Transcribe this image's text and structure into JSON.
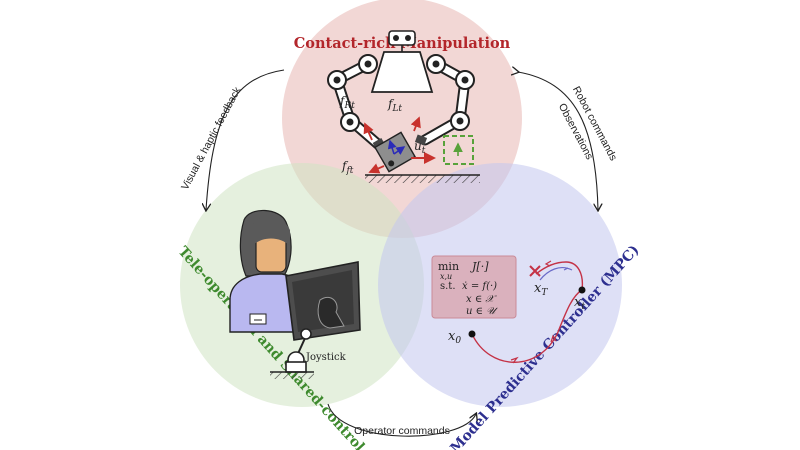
{
  "titles": {
    "top": "Contact-rich Manipulation",
    "left": "Tele-operation and Shared-control",
    "right": "Model Predictive Controller (MPC)"
  },
  "arrows": {
    "left_top": "Visual & haptic feedback",
    "right_top_1": "Robot commands",
    "right_top_2": "Observations",
    "bottom": "Operator commands"
  },
  "robot": {
    "f_rt": "f",
    "f_rt_sub": "Rt",
    "f_lt": "f",
    "f_lt_sub": "Lt",
    "f_ft": "f",
    "f_ft_sub": "ft",
    "u_t": "u",
    "u_t_sub": "t"
  },
  "teleop": {
    "joystick": "Joystick"
  },
  "mpc": {
    "min": "min",
    "min_vars": "x,u",
    "cost": "J[·]",
    "st": "s.t.",
    "c1": "ẋ = f(·)",
    "c2": "x ∈ 𝒳",
    "c3": "u ∈ 𝒰",
    "x_T": "x",
    "x_T_sub": "T",
    "x_t": "x",
    "x_t_sub": "t",
    "x_0": "x",
    "x_0_sub": "0"
  },
  "colors": {
    "top_circle": "#e8b7b3",
    "left_circle": "#cfe3c3",
    "right_circle": "#c3c7ee",
    "top_title": "#b3262b",
    "left_title": "#3e8a2e",
    "right_title": "#2d2f8f",
    "force_arrow": "#c8322d",
    "target_box": "#58a23a",
    "trajectory": "#c43246"
  }
}
